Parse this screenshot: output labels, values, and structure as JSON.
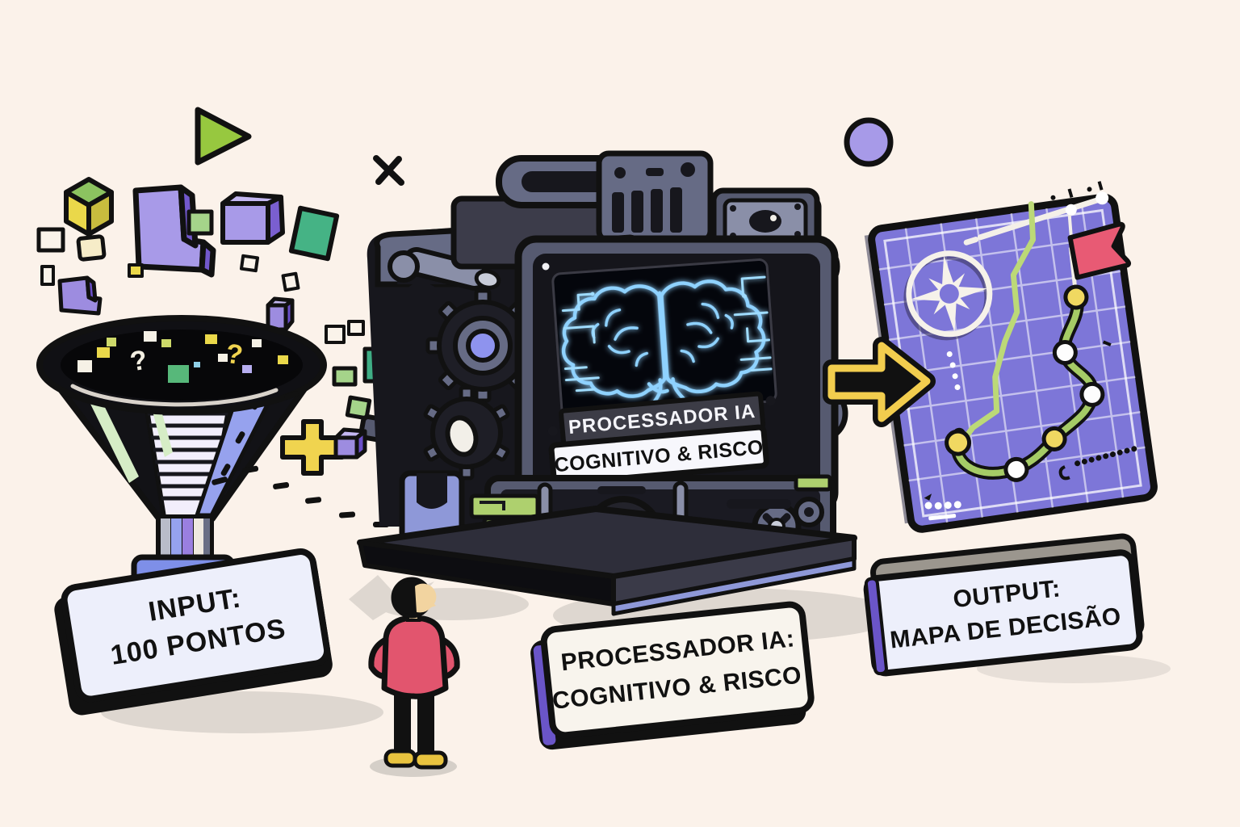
{
  "input_stage": {
    "plate_line1": "INPUT:",
    "plate_line2": "100 PONTOS",
    "question_mark": "?"
  },
  "processor_stage": {
    "screen_plate_line1": "PROCESSADOR IA",
    "screen_plate_line2": "COGNITIVO & RISCO",
    "plate_line1": "PROCESSADOR IA:",
    "plate_line2": "COGNITIVO & RISCO"
  },
  "output_stage": {
    "plate_line1": "OUTPUT:",
    "plate_line2": "MAPA DE DECISÃO"
  },
  "colors": {
    "background": "#fbf2ea",
    "outline": "#111111",
    "map_panel": "#7d76d8",
    "route_green": "#a5cb66",
    "route_light_green": "#bcd977",
    "waypoint_yellow": "#f0d861",
    "flag_red": "#e85a74",
    "arrow_outline_yellow": "#f2cd4e",
    "machine_slate": "#666b85",
    "machine_dark": "#15151b",
    "neon_blue": "#8fd2ff",
    "plate_face": "#edeffb",
    "plate_edge_purple": "#6a55c8",
    "funnel_base_blue": "#7e8fe8",
    "person_shirt": "#e2556e",
    "person_shoes": "#e8c33f",
    "block_purple": "#a89ae8",
    "block_green": "#45b385",
    "block_yellow": "#ead84a"
  }
}
